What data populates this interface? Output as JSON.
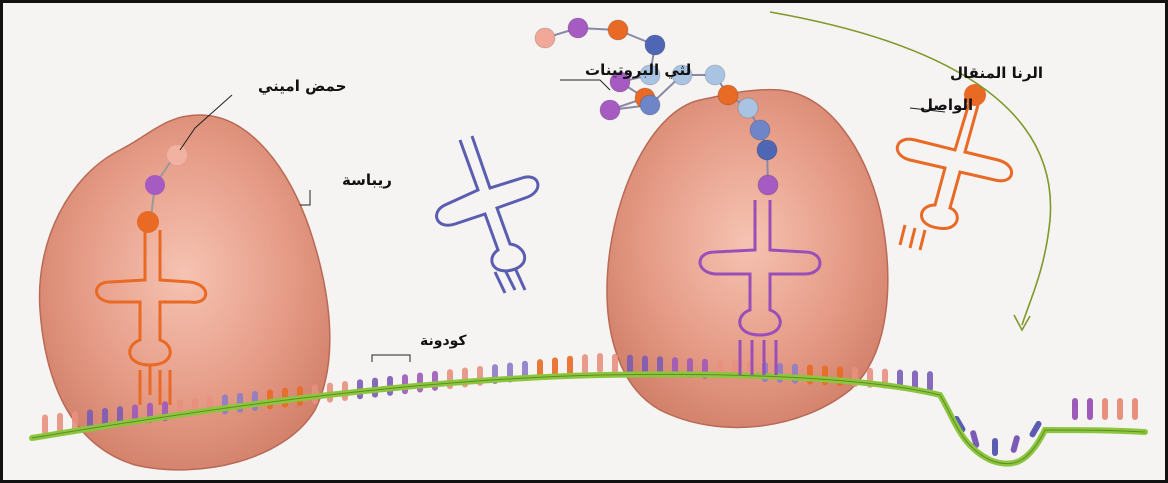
{
  "labels": {
    "amino_acid": "حمض اميني",
    "ribosome": "ريباسة",
    "codon": "كودونة",
    "polypeptide": "لثي البروتينات",
    "trna_line1": "الرنا المنقال",
    "trna_line2": "الواصل"
  },
  "colors": {
    "ribosome": "#e39a86",
    "mrna": "#8cc63f",
    "trna_orange": "#e86a24",
    "trna_purple": "#9a4fb8",
    "trna_blue": "#5b5eb0",
    "arrow": "#7d9a2a"
  },
  "icons": [
    "ribosome-shape",
    "trna-molecule",
    "amino-acid-bead",
    "mrna-strand",
    "curved-arrow"
  ]
}
